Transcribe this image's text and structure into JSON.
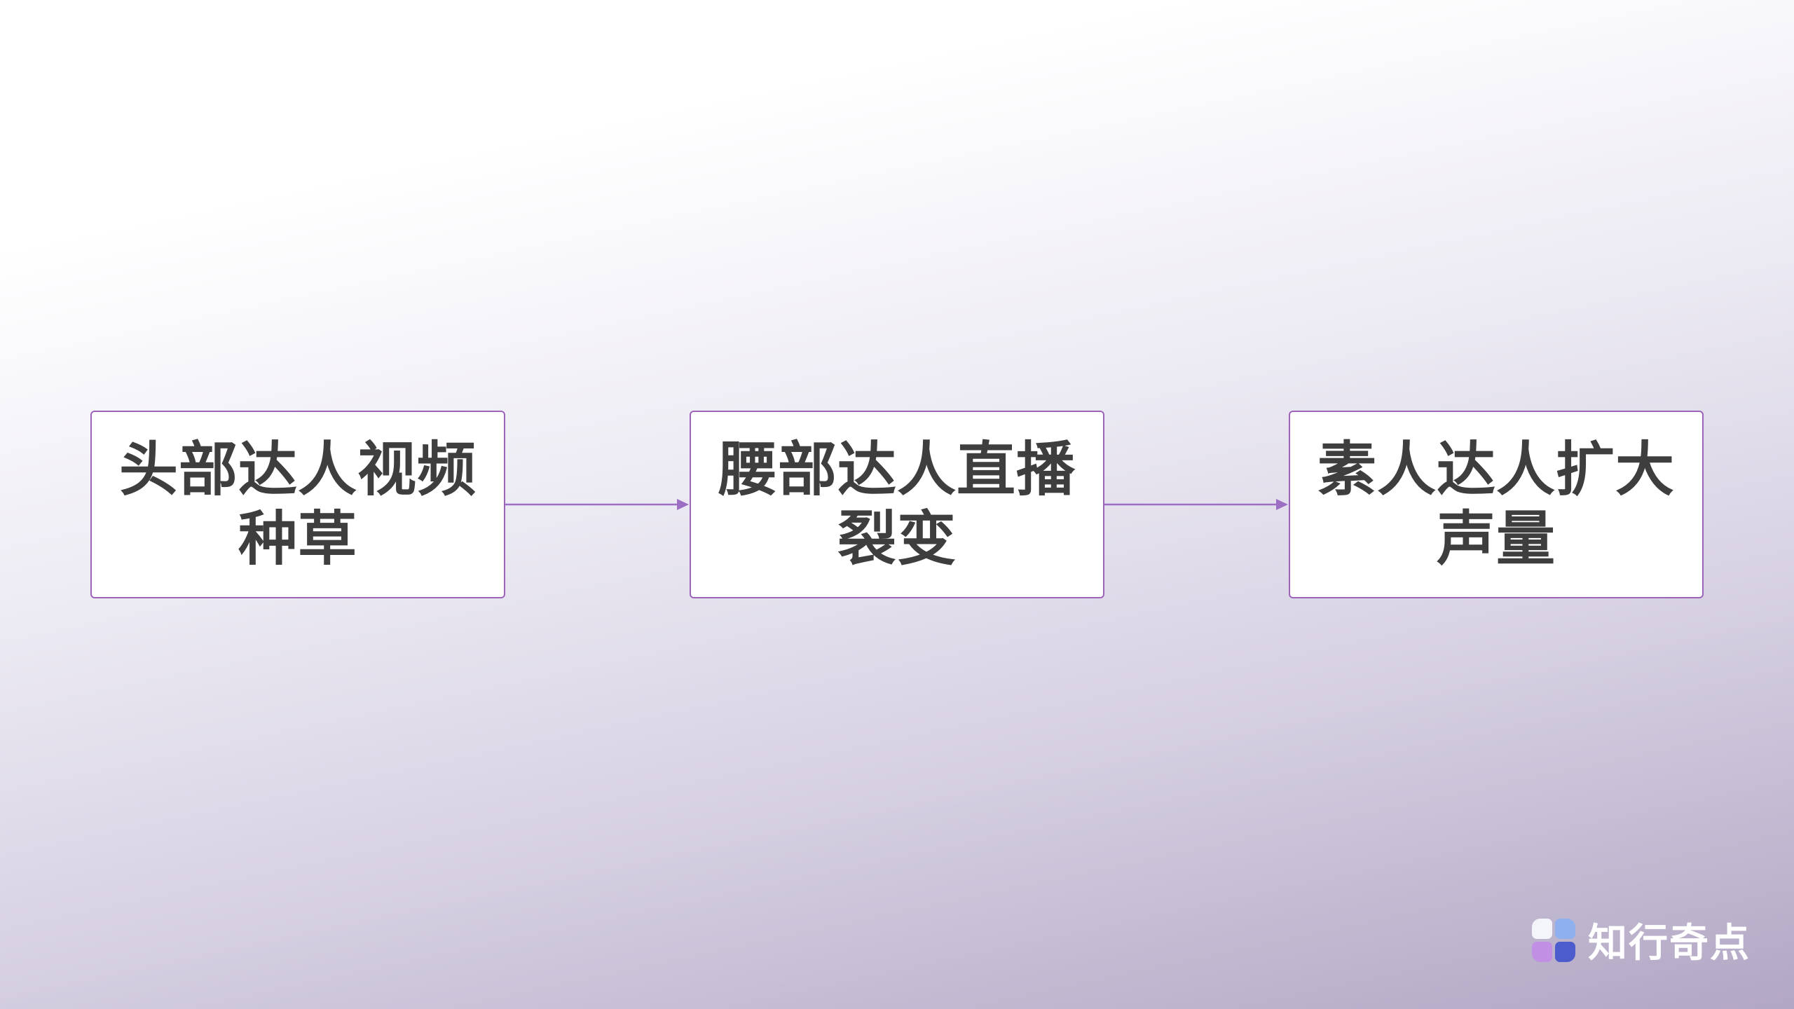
{
  "colors": {
    "bg-top": "#ffffff",
    "bg-mid": "#eceaf3",
    "bg-bottom": "#b2a7c4",
    "accent": "#9c64b8",
    "arrow": "#9d6fc4",
    "node-bg": "#ffffff",
    "node-border": "#9c64b8",
    "node-text": "#3e3e3e",
    "logo-text-color": "#ffffff"
  },
  "diagram": {
    "type": "flowchart",
    "direction": "left-to-right",
    "nodes": [
      {
        "label": "头部达人视频\n种草"
      },
      {
        "label": "腰部达人直播\n裂变"
      },
      {
        "label": "素人达人扩大\n声量"
      }
    ],
    "connectors": [
      {
        "from": 0,
        "to": 1,
        "style": "arrow-right"
      },
      {
        "from": 1,
        "to": 2,
        "style": "arrow-right"
      }
    ]
  },
  "footer": {
    "logo_text": "知行奇点",
    "logo_tiles": [
      "#f3f5fb",
      "#8fb0ee",
      "#c18fe3",
      "#4d5ccc"
    ]
  }
}
